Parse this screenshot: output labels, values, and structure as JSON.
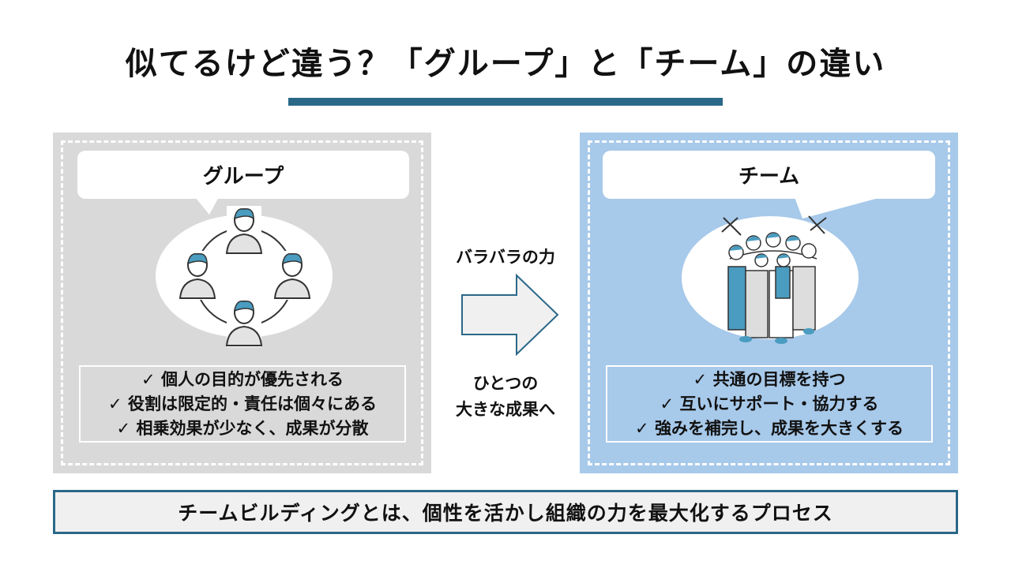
{
  "title": "似てるけど違う？「グループ」と「チーム」の違い",
  "colors": {
    "accent": "#2a6888",
    "group_bg": "#d9d9d9",
    "team_bg": "#a7c9ea",
    "hair": "#4a9cc0"
  },
  "group": {
    "label": "グループ",
    "illustration": "people-in-circle-icon",
    "items": [
      "✓ 個人の目的が優先される",
      "✓ 役割は限定的・責任は個々にある",
      "✓ 相乗効果が少なく、成果が分散"
    ]
  },
  "middle": {
    "top_text": "バラバラの力",
    "arrow": "right-arrow-icon",
    "bottom_line1": "ひとつの",
    "bottom_line2": "大きな成果へ"
  },
  "team": {
    "label": "チーム",
    "illustration": "team-huddle-icon",
    "items": [
      "✓ 共通の目標を持つ",
      "✓ 互いにサポート・協力する",
      "✓ 強みを補完し、成果を大きくする"
    ]
  },
  "summary": "チームビルディングとは、個性を活かし組織の力を最大化するプロセス"
}
